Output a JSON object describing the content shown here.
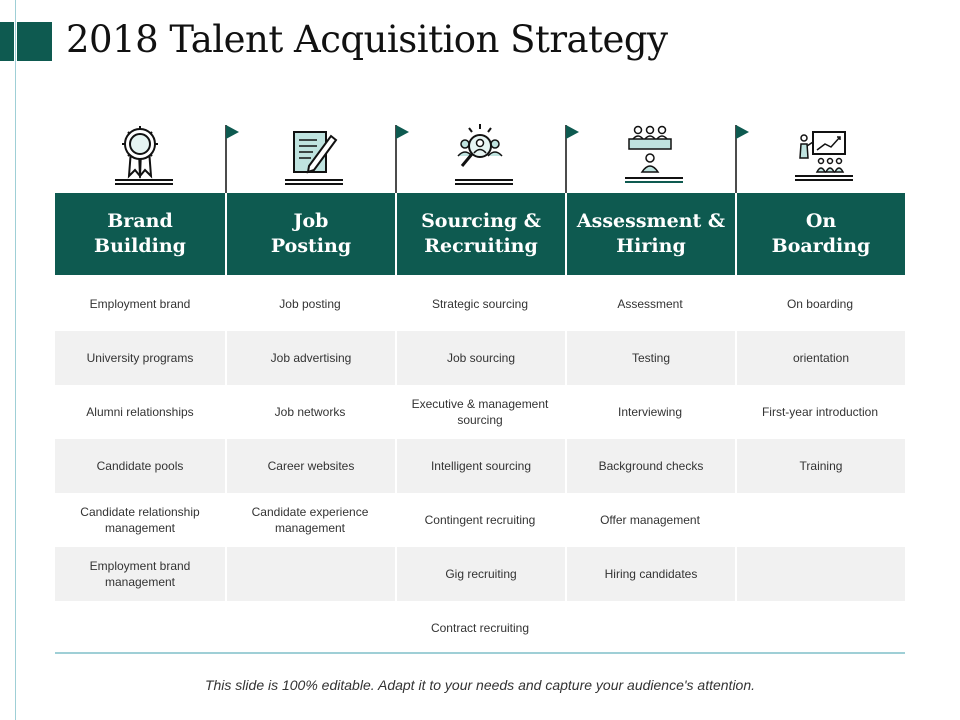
{
  "title": "2018 Talent Acquisition Strategy",
  "colors": {
    "accent": "#0e5a50",
    "rule": "#9fcfd6",
    "stripe": "#f1f1f1"
  },
  "columns": [
    {
      "header": "Brand\nBuilding",
      "icon": "award-ribbon-icon"
    },
    {
      "header": "Job\nPosting",
      "icon": "document-pen-icon"
    },
    {
      "header": "Sourcing &\nRecruiting",
      "icon": "magnifier-people-icon"
    },
    {
      "header": "Assessment &\nHiring",
      "icon": "interview-panel-icon"
    },
    {
      "header": "On\nBoarding",
      "icon": "presentation-board-icon"
    }
  ],
  "rows": [
    [
      "Employment brand",
      "Job posting",
      "Strategic sourcing",
      "Assessment",
      "On boarding"
    ],
    [
      "University programs",
      "Job advertising",
      "Job sourcing",
      "Testing",
      "orientation"
    ],
    [
      "Alumni relationships",
      "Job networks",
      "Executive & management sourcing",
      "Interviewing",
      "First-year introduction"
    ],
    [
      "Candidate pools",
      "Career websites",
      "Intelligent sourcing",
      "Background checks",
      "Training"
    ],
    [
      "Candidate relationship management",
      "Candidate experience management",
      "Contingent recruiting",
      "Offer management",
      ""
    ],
    [
      "Employment brand management",
      "",
      "Gig recruiting",
      "Hiring candidates",
      ""
    ],
    [
      "",
      "",
      "Contract recruiting",
      "",
      ""
    ]
  ],
  "footer": "This slide is 100% editable. Adapt it to your needs and capture your audience's attention."
}
